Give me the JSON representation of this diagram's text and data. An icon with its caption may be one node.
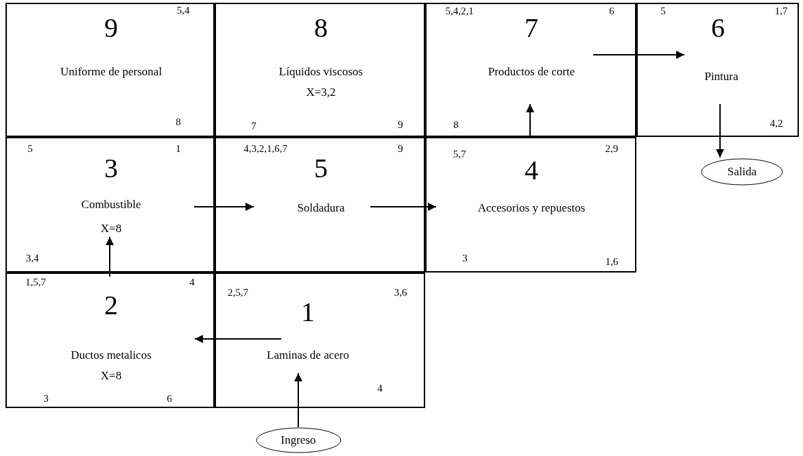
{
  "diagram": {
    "nodes": [
      {
        "text": [
          "5,4",
          "9",
          "Uniforme de personal",
          "8"
        ]
      },
      {
        "text": [
          "8",
          "Líquidos viscosos",
          "X=3,2",
          "7",
          "9"
        ]
      },
      {
        "text": [
          "5,4,2,1",
          "6",
          "7",
          "Productos de corte",
          "8"
        ]
      },
      {
        "text": [
          "5",
          "1,7",
          "6",
          "Pintura",
          "4,2"
        ]
      },
      {
        "text": [
          "5",
          "1",
          "3",
          "Combustible",
          "X=8",
          "3,4"
        ]
      },
      {
        "text": [
          "4,3,2,1,6,7",
          "9",
          "5",
          "Soldadura"
        ]
      },
      {
        "text": [
          "5,7",
          "2,9",
          "4",
          "Accesorios y repuestos",
          "3",
          "1,6"
        ]
      },
      {
        "text": [
          "Salida"
        ]
      },
      {
        "text": [
          "1,5,7",
          "4",
          "2",
          "Ductos metalicos",
          "X=8",
          "3",
          "6"
        ]
      },
      {
        "text": [
          "2,5,7",
          "3,6",
          "1",
          "Laminas de acero",
          "4"
        ]
      },
      {
        "text": [
          "Ingreso"
        ]
      }
    ],
    "edges": [
      {
        "from": 2,
        "to": 3,
        "arrow": "to"
      },
      {
        "from": 3,
        "to": 7,
        "arrow": "to"
      },
      {
        "from": 6,
        "to": 2,
        "arrow": "to"
      },
      {
        "from": 4,
        "to": 5,
        "arrow": "to"
      },
      {
        "from": 5,
        "to": 6,
        "arrow": "to"
      },
      {
        "from": 8,
        "to": 4,
        "arrow": "to"
      },
      {
        "from": 9,
        "to": 8,
        "arrow": "to"
      },
      {
        "from": 10,
        "to": 9,
        "arrow": "to"
      }
    ]
  }
}
